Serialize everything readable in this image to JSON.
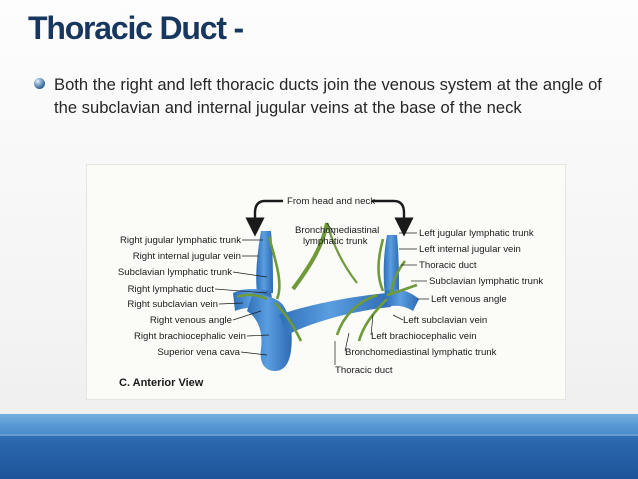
{
  "slide": {
    "title": "Thoracic Duct -",
    "bullet": "Both the right and left thoracic ducts join the venous system at the angle of the subclavian and internal jugular veins at the base of the neck"
  },
  "diagram": {
    "top_label": "From head and neck",
    "center_label_line1": "Bronchomediastinal",
    "center_label_line2": "lymphatic trunk",
    "left_labels": [
      "Right jugular lymphatic trunk",
      "Right internal jugular vein",
      "Subclavian lymphatic trunk",
      "Right lymphatic duct",
      "Right subclavian vein",
      "Right venous angle",
      "Right brachiocephalic vein",
      "Superior vena cava"
    ],
    "right_labels": [
      "Left jugular lymphatic trunk",
      "Left internal jugular vein",
      "Thoracic duct",
      "Subclavian lymphatic trunk",
      "Left venous angle",
      "Left subclavian vein",
      "Left brachiocephalic vein",
      "Bronchomediastinal lymphatic trunk",
      "Thoracic duct"
    ],
    "view_label": "C. Anterior View"
  },
  "colors": {
    "title": "#17375e",
    "vein": "#3f86cf",
    "lymph": "#6e9a3a",
    "footer": "#2a66ad"
  }
}
